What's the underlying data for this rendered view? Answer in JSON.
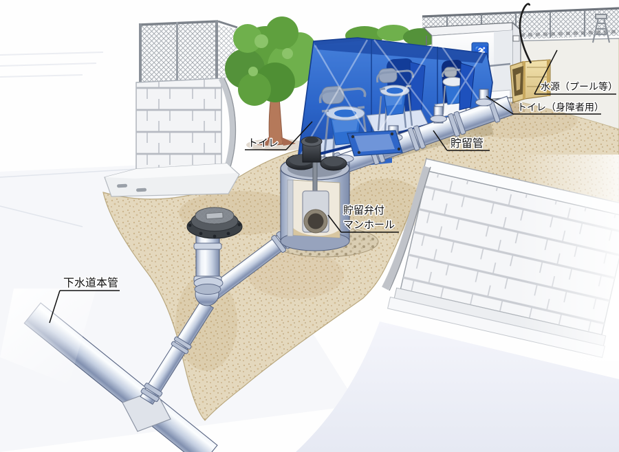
{
  "labels": {
    "water_source": "水源（プール等）",
    "accessible_toilet": "トイレ（身障者用）",
    "toilet": "トイレ",
    "storage_pipe": "貯留管",
    "storage_valve_manhole": {
      "line1": "貯留弁付",
      "line2": "マンホール"
    },
    "sewer_main": "下水道本管"
  },
  "icons": {
    "accessibility_glyph": "♿",
    "accessibility_name": "wheelchair-icon"
  },
  "colors": {
    "tent_blue": "#2c66ca",
    "tent_dark_blue": "#0e3690",
    "sign_blue": "#2e6bcf",
    "dirt_tan": "#e2d6ba",
    "pipe_gray": "#c2cde0",
    "wood_tan": "#ecd9a2",
    "cover_dark": "#3c4146"
  }
}
